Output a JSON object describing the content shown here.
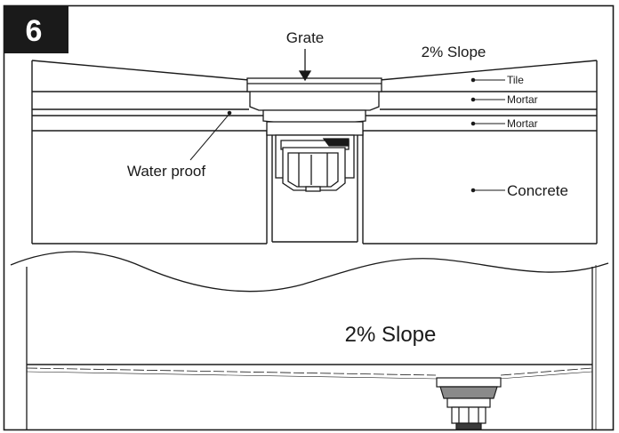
{
  "step": {
    "number": "6"
  },
  "top_section": {
    "grate_label": "Grate",
    "slope_label": "2% Slope",
    "layers": {
      "tile": "Tile",
      "mortar_upper": "Mortar",
      "mortar_lower": "Mortar",
      "concrete": "Concrete"
    },
    "water_proof_label": "Water proof"
  },
  "bottom_section": {
    "slope_label": "2% Slope"
  },
  "colors": {
    "line": "#1a1a1a",
    "badge_fill": "#1a1a1a",
    "badge_text": "#ffffff",
    "drain_fill": "#8a8a8a",
    "drain_dark": "#3a3a3a",
    "background": "#ffffff"
  }
}
